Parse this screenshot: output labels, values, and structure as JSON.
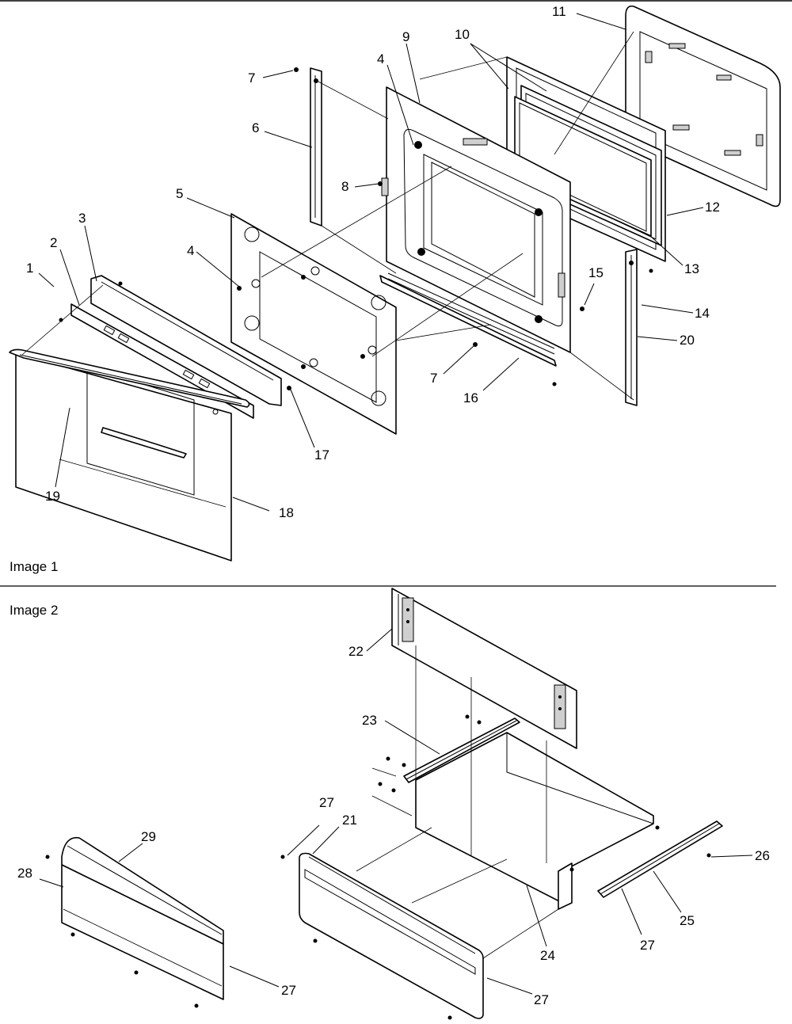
{
  "panels": [
    {
      "label": "Image 1",
      "callouts": [
        {
          "id": "c1",
          "text": "1"
        },
        {
          "id": "c2",
          "text": "2"
        },
        {
          "id": "c3",
          "text": "3"
        },
        {
          "id": "c4a",
          "text": "4"
        },
        {
          "id": "c4b",
          "text": "4"
        },
        {
          "id": "c5",
          "text": "5"
        },
        {
          "id": "c6",
          "text": "6"
        },
        {
          "id": "c7a",
          "text": "7"
        },
        {
          "id": "c7b",
          "text": "7"
        },
        {
          "id": "c8",
          "text": "8"
        },
        {
          "id": "c9",
          "text": "9"
        },
        {
          "id": "c10",
          "text": "10"
        },
        {
          "id": "c11",
          "text": "11"
        },
        {
          "id": "c12",
          "text": "12"
        },
        {
          "id": "c13",
          "text": "13"
        },
        {
          "id": "c14",
          "text": "14"
        },
        {
          "id": "c15",
          "text": "15"
        },
        {
          "id": "c16",
          "text": "16"
        },
        {
          "id": "c17",
          "text": "17"
        },
        {
          "id": "c18",
          "text": "18"
        },
        {
          "id": "c19",
          "text": "19"
        },
        {
          "id": "c20",
          "text": "20"
        }
      ]
    },
    {
      "label": "Image 2",
      "callouts": [
        {
          "id": "c21",
          "text": "21"
        },
        {
          "id": "c22",
          "text": "22"
        },
        {
          "id": "c23",
          "text": "23"
        },
        {
          "id": "c24",
          "text": "24"
        },
        {
          "id": "c25",
          "text": "25"
        },
        {
          "id": "c26",
          "text": "26"
        },
        {
          "id": "c27a",
          "text": "27"
        },
        {
          "id": "c27b",
          "text": "27"
        },
        {
          "id": "c27c",
          "text": "27"
        },
        {
          "id": "c27d",
          "text": "27"
        },
        {
          "id": "c28",
          "text": "28"
        },
        {
          "id": "c29",
          "text": "29"
        }
      ]
    }
  ]
}
